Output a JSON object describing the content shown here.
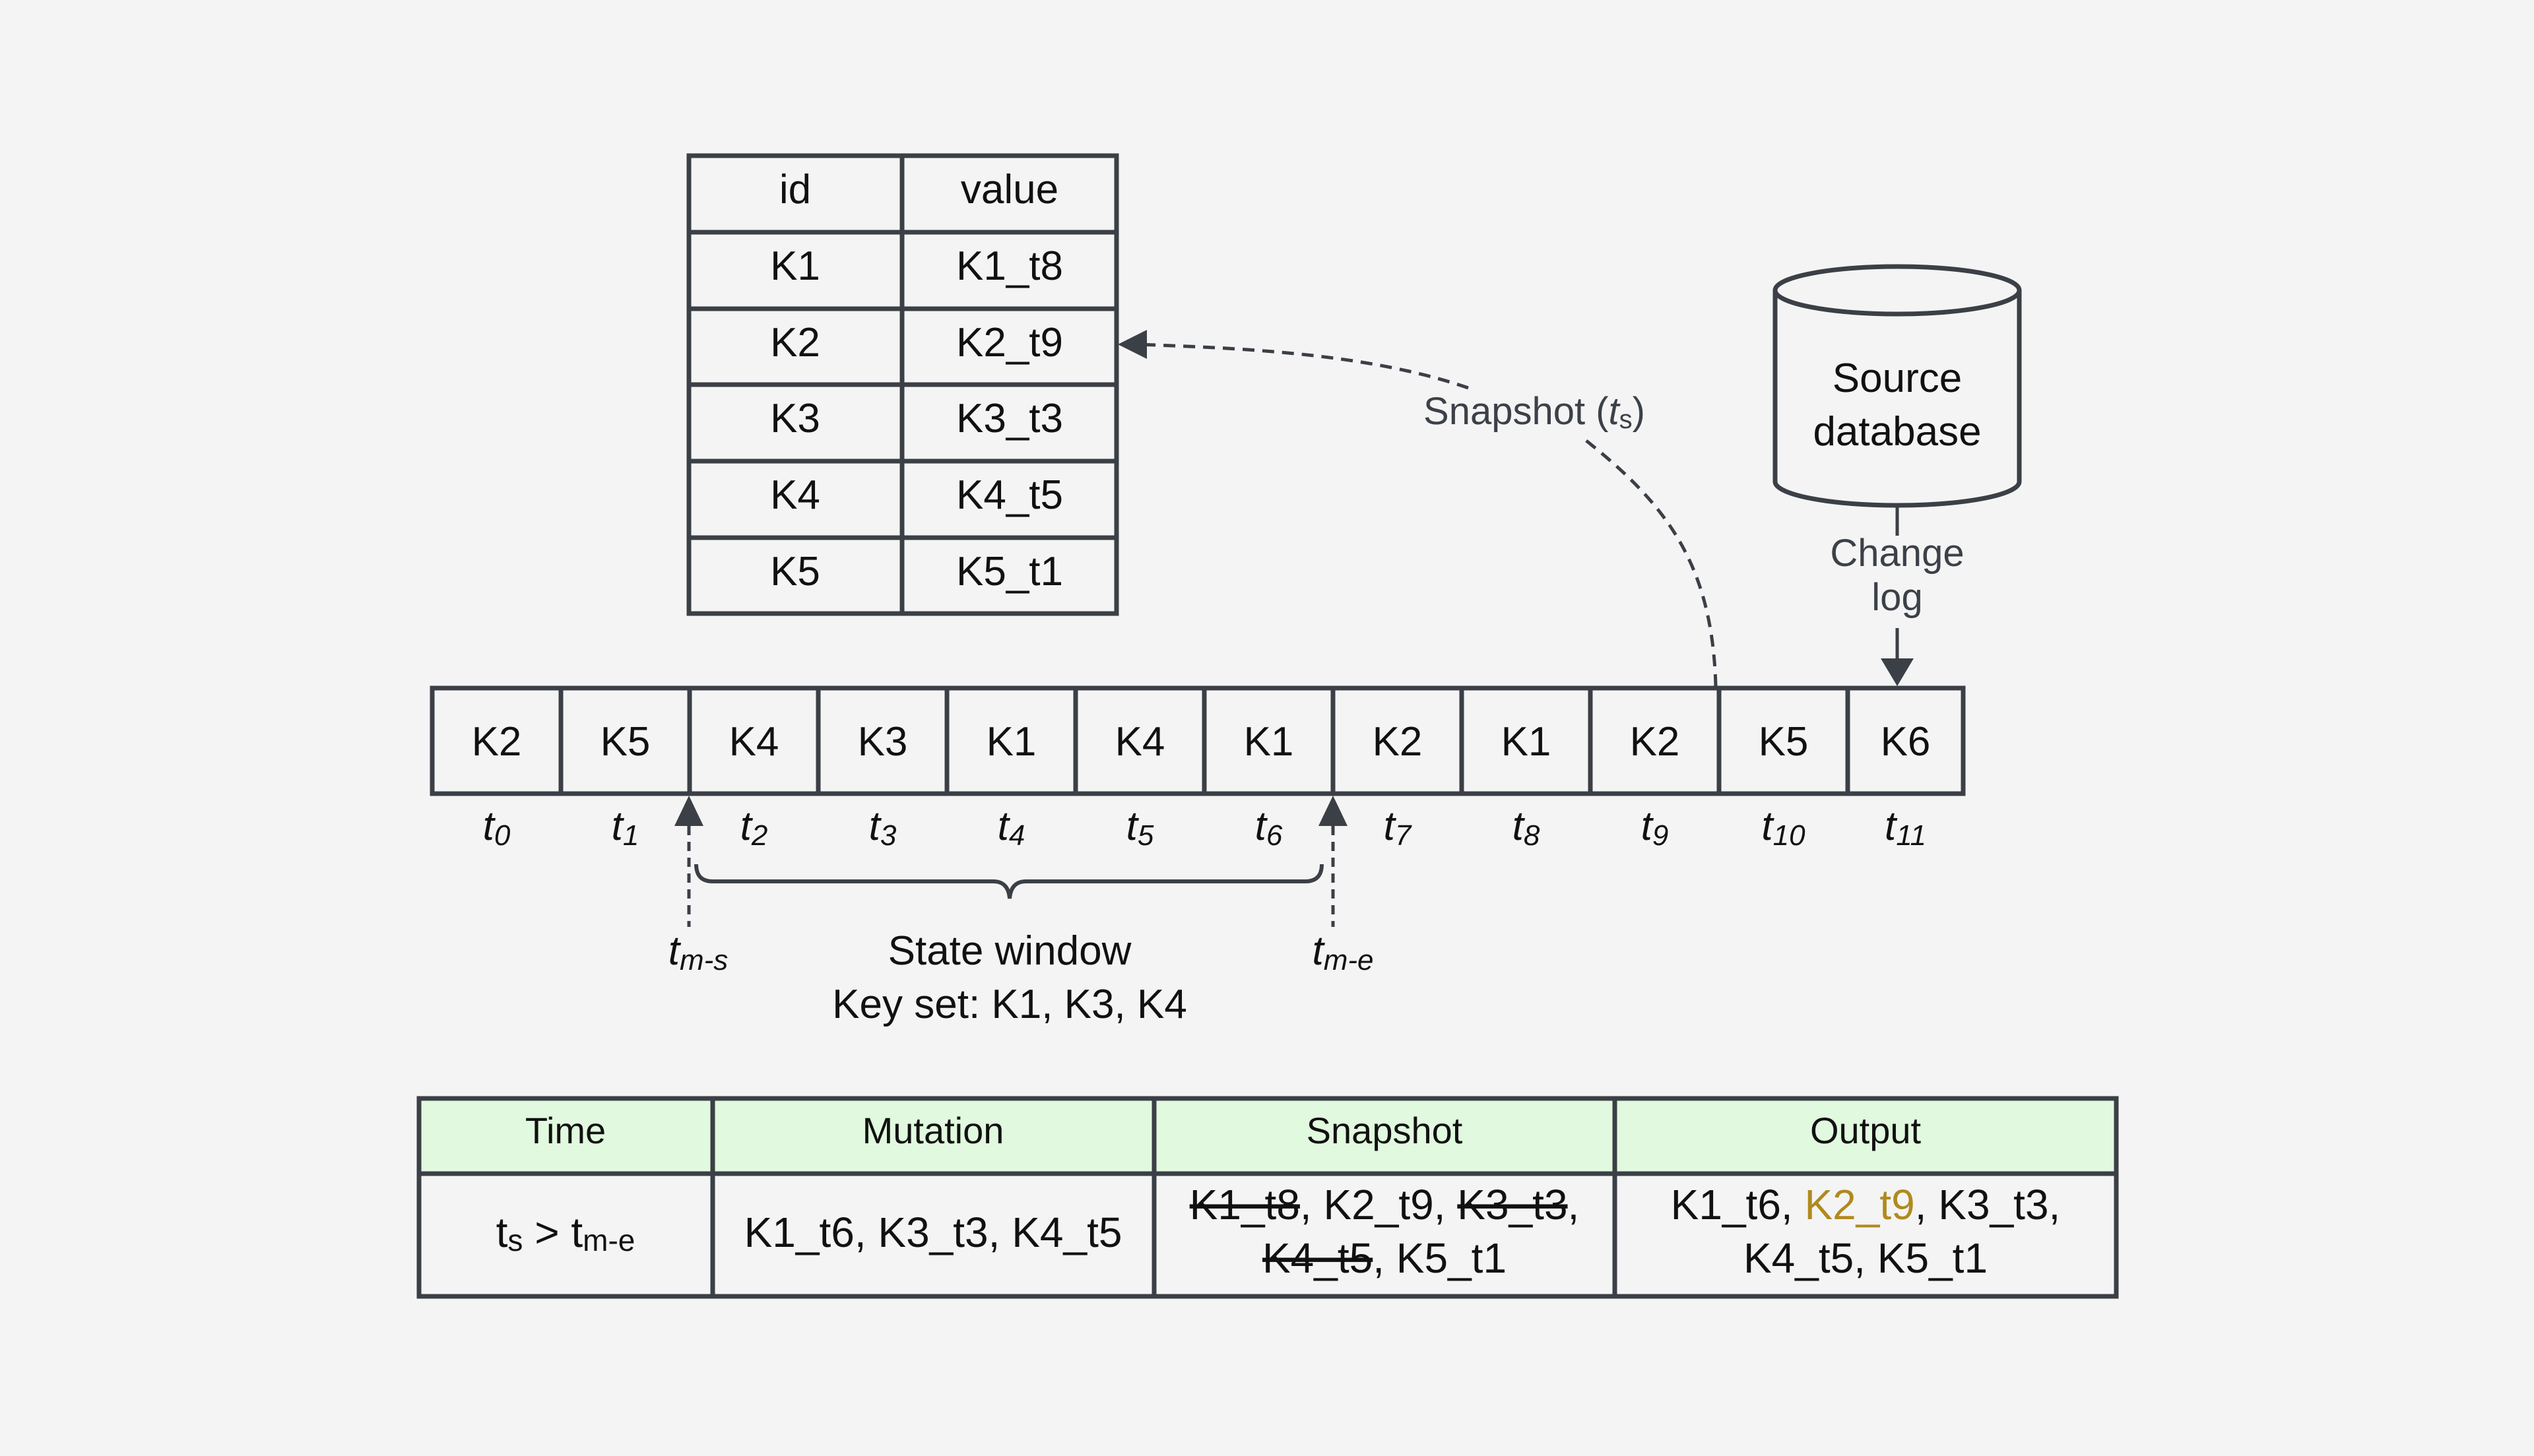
{
  "colors": {
    "background": "#f4f4f4",
    "stroke": "#3b3f46",
    "header_fill": "#e1f9df",
    "highlight": "#b08a1e"
  },
  "state_table": {
    "headers": [
      "id",
      "value"
    ],
    "rows": [
      [
        "K1",
        "K1_t8"
      ],
      [
        "K2",
        "K2_t9"
      ],
      [
        "K3",
        "K3_t3"
      ],
      [
        "K4",
        "K4_t5"
      ],
      [
        "K5",
        "K5_t1"
      ]
    ]
  },
  "source_db": {
    "line1": "Source",
    "line2": "database",
    "icon": "database-cylinder-icon"
  },
  "change_log": {
    "line1": "Change",
    "line2": "log"
  },
  "snapshot_label": {
    "prefix": "Snapshot (",
    "t": "t",
    "sub": "s",
    "suffix": ")"
  },
  "log_cells": [
    "K2",
    "K5",
    "K4",
    "K3",
    "K1",
    "K4",
    "K1",
    "K2",
    "K1",
    "K2",
    "K5",
    "K6"
  ],
  "ticks": [
    {
      "t": "t",
      "sub": "0"
    },
    {
      "t": "t",
      "sub": "1"
    },
    {
      "t": "t",
      "sub": "2"
    },
    {
      "t": "t",
      "sub": "3"
    },
    {
      "t": "t",
      "sub": "4"
    },
    {
      "t": "t",
      "sub": "5"
    },
    {
      "t": "t",
      "sub": "6"
    },
    {
      "t": "t",
      "sub": "7"
    },
    {
      "t": "t",
      "sub": "8"
    },
    {
      "t": "t",
      "sub": "9"
    },
    {
      "t": "t",
      "sub": "10"
    },
    {
      "t": "t",
      "sub": "11"
    }
  ],
  "markers": {
    "start": {
      "t": "t",
      "sub": "m-s"
    },
    "end": {
      "t": "t",
      "sub": "m-e"
    }
  },
  "state_window": {
    "line1": "State window",
    "line2": "Key set: K1, K3, K4"
  },
  "result_table": {
    "headers": [
      "Time",
      "Mutation",
      "Snapshot",
      "Output"
    ],
    "time": {
      "a": "t",
      "a_sub": "s",
      "op": " > ",
      "b": "t",
      "b_sub": "m-e"
    },
    "mutation": "K1_t6, K3_t3, K4_t5",
    "snapshot_line1": [
      {
        "text": "K1_t8",
        "struck": true
      },
      {
        "text": ", K2_t9, ",
        "struck": false
      },
      {
        "text": "K3_t3",
        "struck": true
      },
      {
        "text": ",",
        "struck": false
      }
    ],
    "snapshot_line2": [
      {
        "text": "K4_t5",
        "struck": true
      },
      {
        "text": ", K5_t1",
        "struck": false
      }
    ],
    "output_line1": [
      {
        "text": "K1_t6, ",
        "highlight": false
      },
      {
        "text": "K2_t9",
        "highlight": true
      },
      {
        "text": ", K3_t3,",
        "highlight": false
      }
    ],
    "output_line2": "K4_t5, K5_t1"
  }
}
